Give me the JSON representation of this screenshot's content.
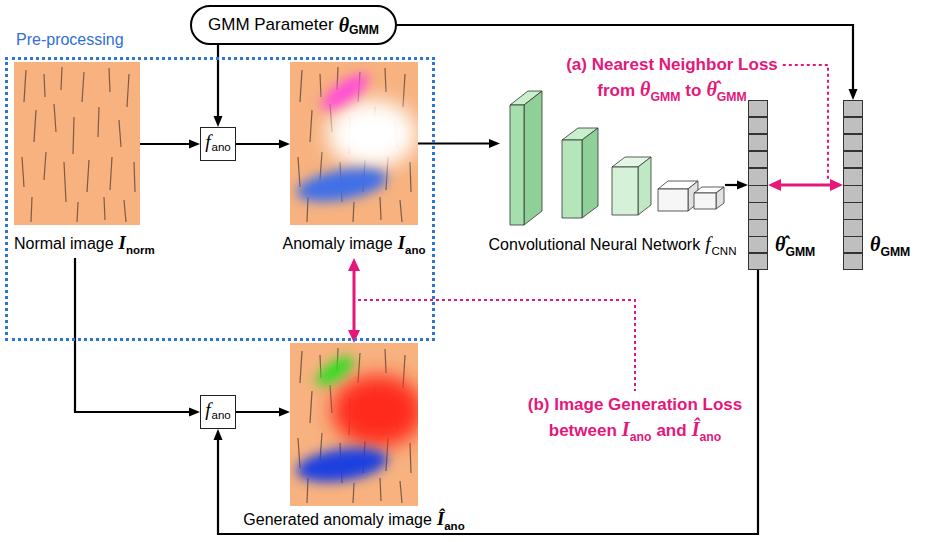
{
  "diagram": {
    "nodes": [
      {
        "text": [
          "GMM Parameter",
          "θ",
          "GMM"
        ]
      },
      {
        "text": [
          "Pre-processing"
        ]
      },
      {
        "text": [
          "Normal image",
          "I",
          "norm"
        ],
        "in": 1
      },
      {
        "text": [
          "f",
          "ano"
        ],
        "in": 1
      },
      {
        "text": [
          "Anomaly image",
          "I",
          "ano"
        ],
        "in": 1
      },
      {
        "text": [
          "Convolutional Neural Network",
          "f",
          "CNN"
        ]
      },
      {
        "text": [
          "θ̂",
          "GMM"
        ]
      },
      {
        "text": [
          "θ",
          "GMM"
        ]
      },
      {
        "text": [
          "f",
          "ano"
        ]
      },
      {
        "text": [
          "Generated anomaly image",
          "Î",
          "ano"
        ]
      }
    ],
    "edges": [
      {
        "from": 0,
        "to": 3,
        "arrow": "to"
      },
      {
        "from": 0,
        "to": 7,
        "arrow": "to"
      },
      {
        "from": 2,
        "to": 3,
        "arrow": "to"
      },
      {
        "from": 3,
        "to": 4,
        "arrow": "to"
      },
      {
        "from": 4,
        "to": 5,
        "arrow": "to"
      },
      {
        "from": 5,
        "to": 6,
        "arrow": "to"
      },
      {
        "from": 6,
        "to": 7,
        "arrow": "both"
      },
      {
        "from": 2,
        "to": 8,
        "arrow": "to"
      },
      {
        "from": 8,
        "to": 9,
        "arrow": "to"
      },
      {
        "from": 6,
        "to": 8,
        "arrow": "to"
      },
      {
        "from": 4,
        "to": 9,
        "arrow": "both"
      }
    ],
    "labels": [
      "(a) Nearest Neighbor Loss",
      "from",
      "θ",
      "GMM",
      "to",
      "θ̂",
      "GMM",
      "(b) Image Generation Loss",
      "between",
      "I",
      "ano",
      "and",
      "Î",
      "ano"
    ]
  }
}
